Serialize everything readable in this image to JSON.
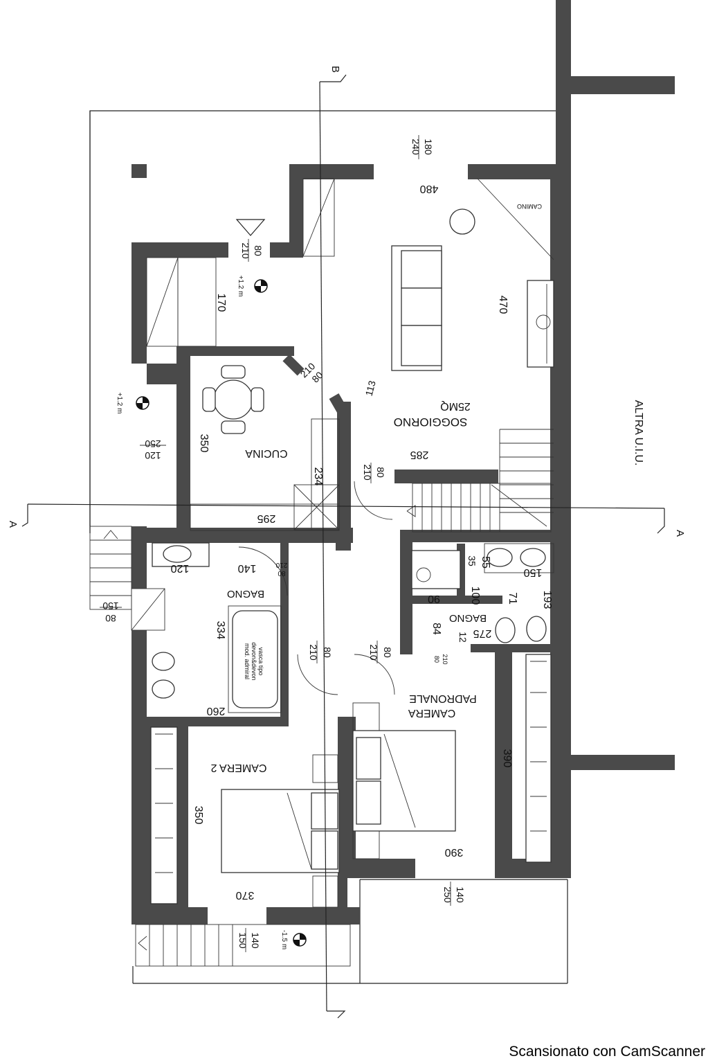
{
  "rooms": {
    "soggiorno": "SOGGIORNO",
    "soggiorno_area": "25MQ",
    "cucina": "CUCINA",
    "bagno_left": "BAGNO",
    "bagno_right": "BAGNO",
    "camera_padronale_1": "CAMERA",
    "camera_padronale_2": "PADRONALE",
    "camera2": "CAMERA 2",
    "camino": "CAMINO",
    "altra": "ALTRA U.I.U."
  },
  "section_markers": {
    "a_left": "A",
    "a_right": "A",
    "b_top": "B"
  },
  "bathtub": [
    "vasca tipo",
    "devon&devon",
    "mod. admiral"
  ],
  "levels": {
    "l1": "+1.2 m",
    "l2": "+1.2 m",
    "l3": "-1.5 m"
  },
  "dims": {
    "d180": "180",
    "d240": "240",
    "d480": "480",
    "d470": "470",
    "d80a": "80",
    "d210a": "210",
    "d170": "170",
    "d80b": "80",
    "d210b": "210",
    "d113": "113",
    "d120a": "120",
    "d250a": "250",
    "d350a": "350",
    "d80c": "80",
    "d210c": "210",
    "d285": "285",
    "d234": "234",
    "d295": "295",
    "d120b": "120",
    "d140a": "140",
    "d210d": "210",
    "d80d": "80",
    "d334": "334",
    "d150a": "150",
    "d80e": "80",
    "d80f": "80",
    "d210e": "210",
    "d80g": "80",
    "d210f": "210",
    "d260": "260",
    "d35": "35",
    "d55": "55",
    "d150b": "150",
    "d100": "100",
    "d90": "90",
    "d71": "71",
    "d193": "193",
    "d84": "84",
    "d275": "275",
    "d12": "12",
    "d210g": "210",
    "d80h": "80",
    "d390a": "390",
    "d390b": "390",
    "d350b": "350",
    "d370": "370",
    "d140b": "140",
    "d250b": "250",
    "d140c": "140",
    "d150c": "150"
  },
  "footer": "Scansionato con CamScanner"
}
